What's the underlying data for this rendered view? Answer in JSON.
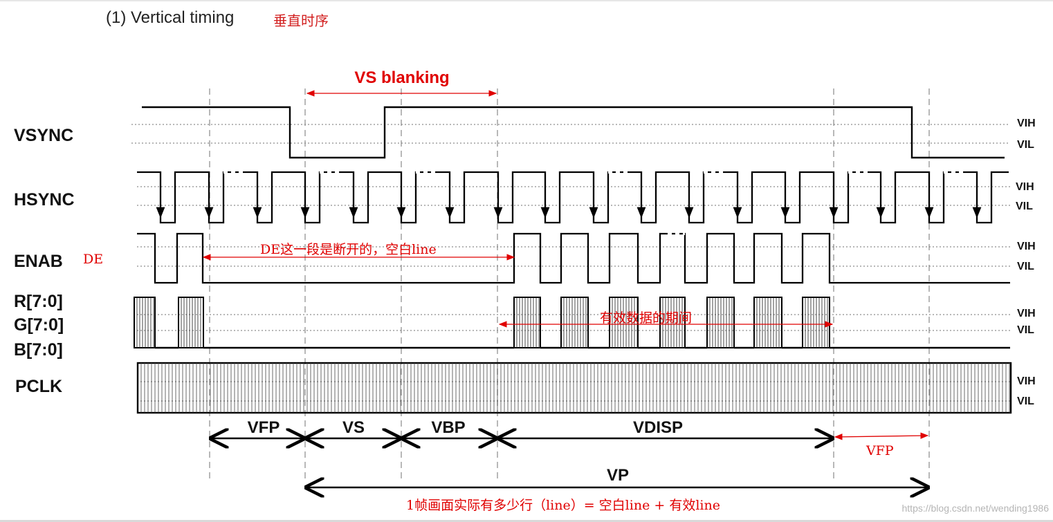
{
  "heading": {
    "text": "(1)  Vertical timing",
    "annotation_cn": "垂直时序"
  },
  "signals": {
    "vsync": "VSYNC",
    "hsync": "HSYNC",
    "enab": "ENAB",
    "enab_note": "DE",
    "r": "R[7:0]",
    "g": "G[7:0]",
    "b": "B[7:0]",
    "pclk": "PCLK"
  },
  "levels": {
    "high": "VIH",
    "low": "VIL"
  },
  "annotations": {
    "vs_blanking": "VS blanking",
    "de_blank": "DE这一段是断开的，空白line",
    "valid_data": "有效数据的期间",
    "vfp_red": "VFP",
    "frame_lines": "1帧画面实际有多少行（line）= 空白line + 有效line"
  },
  "segments": {
    "vfp": "VFP",
    "vs": "VS",
    "vbp": "VBP",
    "vdisp": "VDISP",
    "vp": "VP"
  },
  "colors": {
    "signal": "#000000",
    "annotation": "#e00000",
    "guide": "#9a9a9a"
  },
  "watermark": "https://blog.csdn.net/wending1986"
}
